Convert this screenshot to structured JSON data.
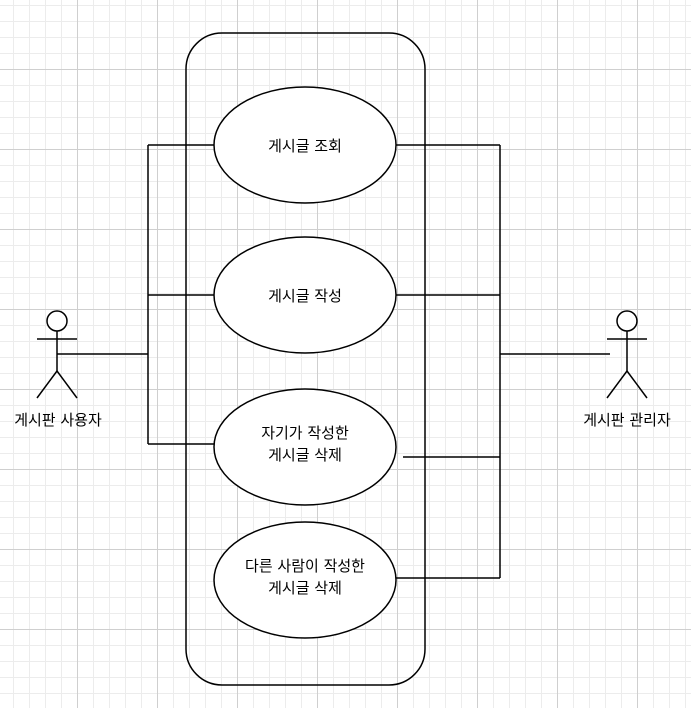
{
  "diagram": {
    "actors": {
      "user": {
        "label": "게시판 사용자"
      },
      "admin": {
        "label": "게시판 관리자"
      }
    },
    "use_cases": [
      {
        "lines": [
          "게시글 조회"
        ]
      },
      {
        "lines": [
          "게시글 작성"
        ]
      },
      {
        "lines": [
          "자기가 작성한",
          "게시글 삭제"
        ]
      },
      {
        "lines": [
          "다른 사람이 작성한",
          "게시글 삭제"
        ]
      }
    ],
    "colors": {
      "stroke": "#000000",
      "fill": "#ffffff",
      "text": "#000000"
    }
  }
}
